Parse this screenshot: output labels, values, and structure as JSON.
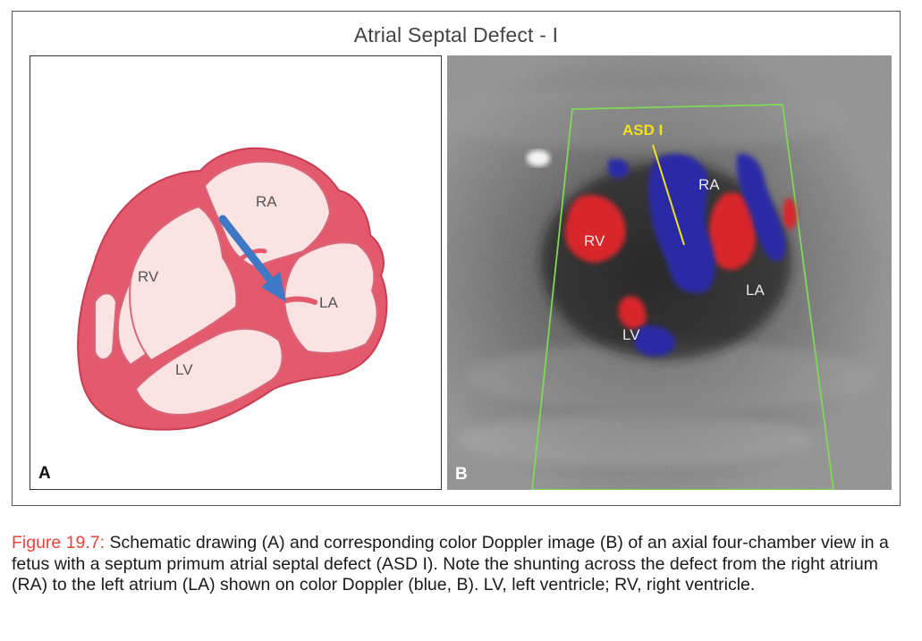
{
  "figure": {
    "title": "Atrial Septal Defect - I",
    "panels": {
      "a": {
        "letter": "A",
        "labels": {
          "ra": "RA",
          "rv": "RV",
          "la": "LA",
          "lv": "LV"
        }
      },
      "b": {
        "letter": "B",
        "labels": {
          "asd": "ASD I",
          "ra": "RA",
          "rv": "RV",
          "la": "LA",
          "lv": "LV"
        }
      }
    }
  },
  "caption": {
    "label": "Figure 19.7:",
    "text": "Schematic drawing (A) and corresponding color Doppler image (B) of an axial four-chamber view in a fetus with a septum primum atrial septal defect (ASD I). Note the shunting across the defect from the right atrium (RA) to the left atrium (LA) shown on color Doppler (blue, B). LV, left ventricle; RV, right ventricle."
  },
  "colors": {
    "myocardium": "#e35a6c",
    "chamber_fill": "#fbe3e3",
    "arrow": "#3f78c4",
    "doppler_red": "#d8262a",
    "doppler_blue": "#2b2aa6",
    "sector_outline": "#7ed957",
    "caption_label": "#e8423a"
  }
}
